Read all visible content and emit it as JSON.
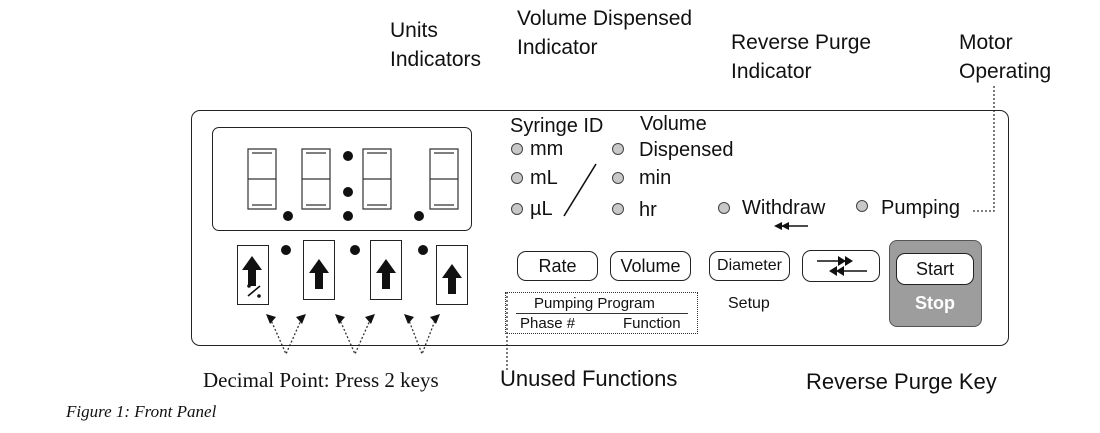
{
  "callouts": {
    "units": "Units\nIndicators",
    "volume_dispensed": "Volume Dispensed\nIndicator",
    "reverse_purge": "Reverse Purge\nIndicator",
    "motor": "Motor\nOperating"
  },
  "indicators": {
    "syringe_heading": "Syringe ID",
    "volume_heading": "Volume",
    "left_units": [
      "mm",
      "mL",
      "µL"
    ],
    "right_units": [
      "Dispensed",
      "min",
      "hr"
    ],
    "withdraw": "Withdraw",
    "pumping": "Pumping"
  },
  "keys": {
    "rate": "Rate",
    "volume": "Volume",
    "diameter": "Diameter",
    "setup": "Setup",
    "start": "Start",
    "stop": "Stop"
  },
  "program_box": {
    "title": "Pumping Program",
    "phase": "Phase #",
    "function": "Function"
  },
  "footer": {
    "decimal": "Decimal Point: Press 2 keys",
    "unused": "Unused Functions",
    "reverse_purge_key": "Reverse Purge Key",
    "caption": "Figure 1: Front Panel"
  },
  "colors": {
    "led_fill": "#c8c8c8",
    "stop_key": "#9d9d9d"
  }
}
